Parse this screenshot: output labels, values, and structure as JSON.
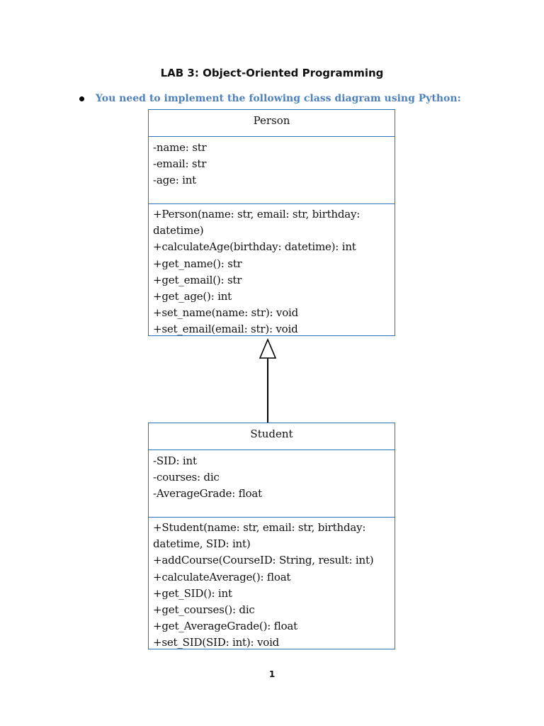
{
  "document": {
    "title": "LAB 3: Object-Oriented Programming",
    "instruction": "You need to implement the following class diagram using Python:",
    "page_number": "1",
    "accent_color": "#4f81bd",
    "box_border_color": "#2e74b5"
  },
  "diagram": {
    "person": {
      "name": "Person",
      "attributes": [
        "-name: str",
        "-email: str",
        "-age: int"
      ],
      "methods": [
        "+Person(name: str, email: str, birthday: datetime)",
        "+calculateAge(birthday: datetime): int",
        "+get_name(): str",
        "+get_email(): str",
        "+get_age(): int",
        "+set_name(name: str): void",
        "+set_email(email: str): void"
      ]
    },
    "student": {
      "name": "Student",
      "attributes": [
        "-SID: int",
        "-courses: dic",
        "-AverageGrade: float"
      ],
      "methods": [
        "+Student(name: str, email: str, birthday: datetime, SID: int)",
        "+addCourse(CourseID: String, result: int)",
        "+calculateAverage(): float",
        "+get_SID(): int",
        "+get_courses(): dic",
        "+get_AverageGrade(): float",
        "+set_SID(SID: int): void"
      ]
    },
    "relationship": "inheritance"
  }
}
